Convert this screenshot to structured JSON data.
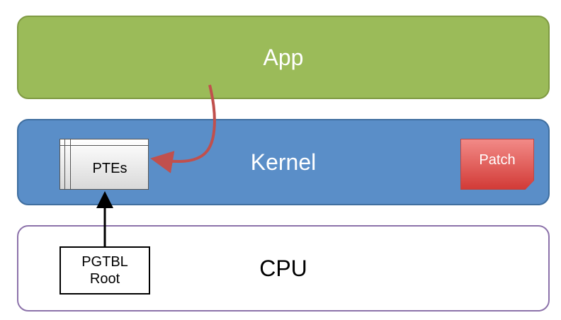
{
  "layers": {
    "app": {
      "label": "App",
      "color": "#9bbb59"
    },
    "kernel": {
      "label": "Kernel",
      "color": "#5a8ec8"
    },
    "cpu": {
      "label": "CPU",
      "border_color": "#8c72aa"
    }
  },
  "ptes": {
    "label": "PTEs"
  },
  "patch": {
    "label": "Patch",
    "color": "#d23b37"
  },
  "pgtbl": {
    "line1": "PGTBL",
    "line2": "Root"
  },
  "arrows": {
    "app_to_ptes_color": "#c0504d",
    "root_to_ptes_color": "#000000"
  }
}
